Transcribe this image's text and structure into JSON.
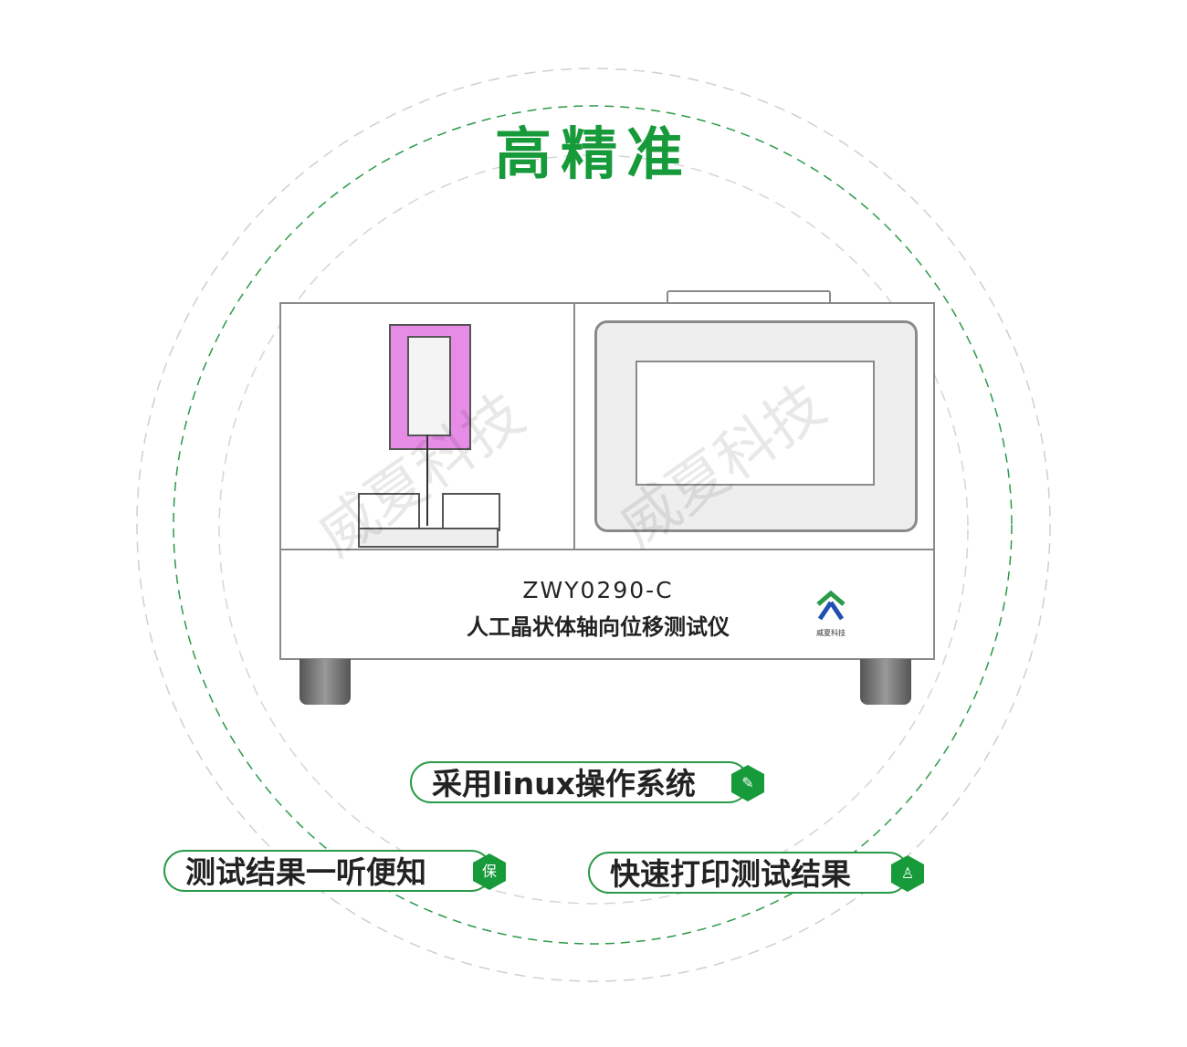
{
  "headline": "高精准",
  "device": {
    "model": "ZWY0290-C",
    "name": "人工晶状体轴向位移测试仪",
    "logo_text": "威夏科技",
    "watermark": "威夏科技"
  },
  "features": [
    {
      "label": "采用linux操作系统",
      "icon": "edit-icon"
    },
    {
      "label": "测试结果一听便知",
      "icon": "shield-bao-icon"
    },
    {
      "label": "快速打印测试结果",
      "icon": "shield-user-icon"
    }
  ],
  "colors": {
    "accent": "#179a3a",
    "dashed_gray": "#c8c8c8"
  }
}
